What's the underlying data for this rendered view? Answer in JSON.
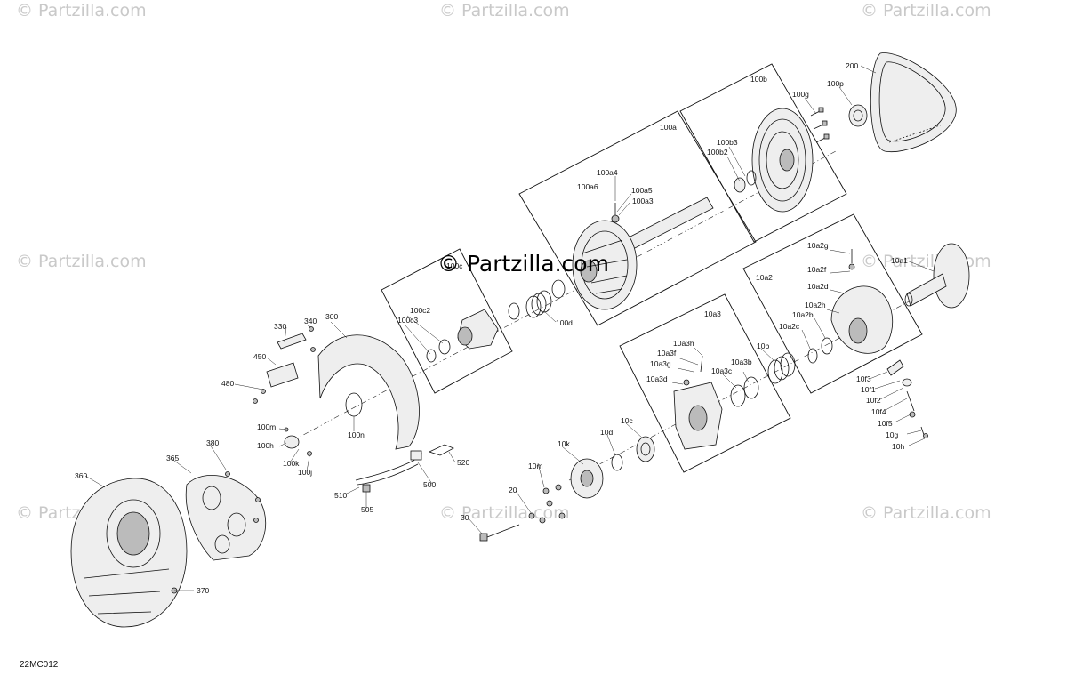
{
  "watermark": {
    "text": "© Partzilla.com"
  },
  "diagram_code": "22MC012",
  "assembly_labels": {
    "100a": "100a",
    "100b": "100b",
    "100c": "100c",
    "10a2": "10a2",
    "10a3": "10a3"
  },
  "callouts": {
    "200": "200",
    "100p": "100p",
    "100g": "100g",
    "100b3": "100b3",
    "100b2": "100b2",
    "100a4": "100a4",
    "100a6": "100a6",
    "100a5": "100a5",
    "100a3": "100a3",
    "100c2": "100c2",
    "100c3": "100c3",
    "100d": "100d",
    "10a2g": "10a2g",
    "10a1": "10a1",
    "10a2f": "10a2f",
    "10a2d": "10a2d",
    "10a2h": "10a2h",
    "10a2b": "10a2b",
    "10a2c": "10a2c",
    "10a3h": "10a3h",
    "10a3f": "10a3f",
    "10a3g": "10a3g",
    "10a3d": "10a3d",
    "10a3b": "10a3b",
    "10a3c": "10a3c",
    "10b": "10b",
    "10f3": "10f3",
    "10f1": "10f1",
    "10f2": "10f2",
    "10f4": "10f4",
    "10f5": "10f5",
    "10g": "10g",
    "10h": "10h",
    "10c": "10c",
    "10d": "10d",
    "10k": "10k",
    "10m": "10m",
    "20": "20",
    "30": "30",
    "330": "330",
    "340": "340",
    "300": "300",
    "450": "450",
    "480": "480",
    "100m": "100m",
    "100h": "100h",
    "100k": "100k",
    "100j": "100j",
    "100n": "100n",
    "510": "510",
    "500": "500",
    "520": "520",
    "505": "505",
    "360": "360",
    "365": "365",
    "380": "380",
    "370": "370"
  }
}
